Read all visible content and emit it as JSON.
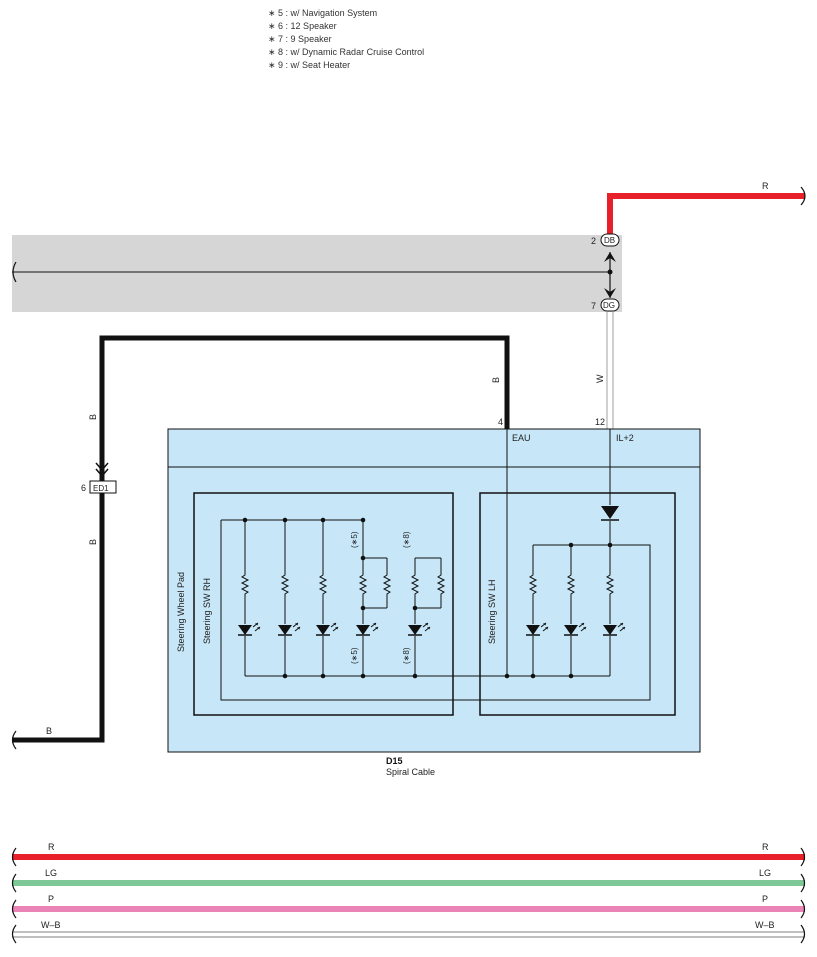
{
  "notes": [
    "∗ 5 : w/ Navigation System",
    "∗ 6 : 12 Speaker",
    "∗ 7 : 9 Speaker",
    "∗ 8 : w/ Dynamic Radar Cruise Control",
    "∗ 9 : w/ Seat Heater"
  ],
  "wires": {
    "top_right": "R",
    "b_vertical_right": "B",
    "w_vertical": "W",
    "b_left_upper": "B",
    "b_left_lower": "B",
    "b_bottom": "B"
  },
  "connectors": {
    "db": {
      "pin": "2",
      "name": "DB"
    },
    "dg": {
      "pin": "7",
      "name": "DG"
    },
    "ed1": {
      "pin": "6",
      "name": "ED1"
    }
  },
  "component": {
    "pin_eau": "4",
    "pin_il2": "12",
    "label_eau": "EAU",
    "label_il2": "IL+2",
    "pad_label": "Steering Wheel Pad",
    "rh_label": "Steering SW RH",
    "lh_label": "Steering SW LH",
    "note5_top": "(∗5)",
    "note8_top": "(∗8)",
    "note5_bottom": "(∗5)",
    "note8_bottom": "(∗8)",
    "id": "D15",
    "name": "Spiral Cable"
  },
  "bus": [
    {
      "left": "R",
      "right": "R",
      "color": "#e8202a"
    },
    {
      "left": "LG",
      "right": "LG",
      "color": "#7ec796"
    },
    {
      "left": "P",
      "right": "P",
      "color": "#ea84b6"
    },
    {
      "left": "W–B",
      "right": "W–B",
      "color": "#ffffff"
    }
  ],
  "colors": {
    "red": "#e8202a",
    "black": "#111111",
    "gray_band": "#d6d6d6",
    "component_fill": "#c7e7f8",
    "lg": "#7ec796",
    "pink": "#ea84b6"
  }
}
